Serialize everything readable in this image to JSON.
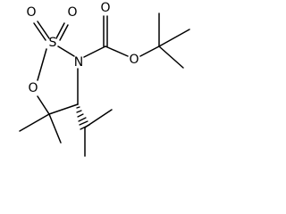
{
  "structure": {
    "atoms": {
      "sulfur": "S",
      "ring_nitrogen": "N",
      "ring_oxygen": "O",
      "sulfonyl_oxygen_left": "O",
      "sulfonyl_oxygen_right": "O",
      "carbonyl_oxygen": "O",
      "ester_oxygen": "O"
    }
  }
}
